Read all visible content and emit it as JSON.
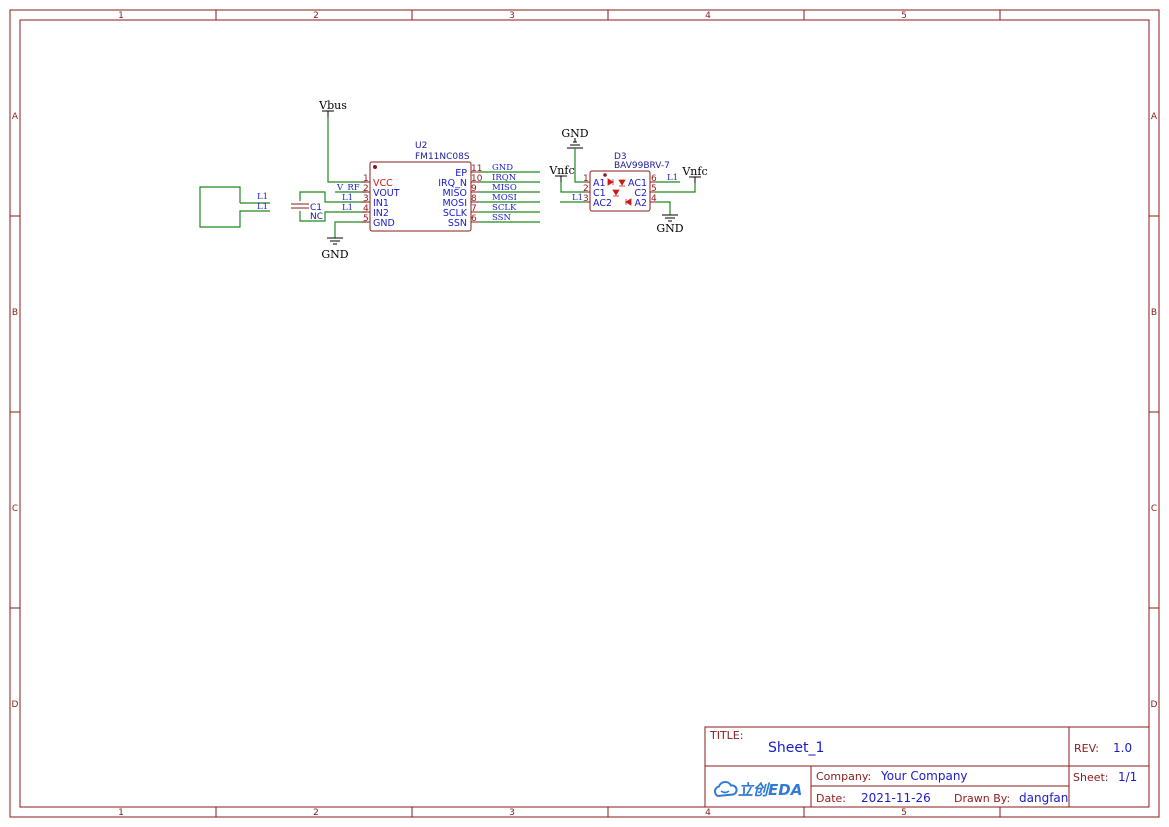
{
  "frame": {
    "columns": [
      "1",
      "2",
      "3",
      "4",
      "5"
    ],
    "rows": [
      "A",
      "B",
      "C",
      "D"
    ]
  },
  "u2": {
    "designator": "U2",
    "part": "FM11NC08S",
    "left_pins": [
      {
        "num": "1",
        "name": "VCC",
        "net": ""
      },
      {
        "num": "2",
        "name": "VOUT",
        "net": "V_RF"
      },
      {
        "num": "3",
        "name": "IN1",
        "net": "L1"
      },
      {
        "num": "4",
        "name": "IN2",
        "net": "L1"
      },
      {
        "num": "5",
        "name": "GND",
        "net": ""
      }
    ],
    "right_pins": [
      {
        "num": "11",
        "name": "EP",
        "net": "GND"
      },
      {
        "num": "10",
        "name": "IRQ_N",
        "net": "IRQN"
      },
      {
        "num": "9",
        "name": "MISO",
        "net": "MISO"
      },
      {
        "num": "8",
        "name": "MOSI",
        "net": "MOSI"
      },
      {
        "num": "7",
        "name": "SCLK",
        "net": "SCLK"
      },
      {
        "num": "6",
        "name": "SSN",
        "net": "SSN"
      }
    ]
  },
  "c1": {
    "designator": "C1",
    "value": "NC"
  },
  "antenna": {
    "net_top": "L1",
    "net_bottom": "L1"
  },
  "d3": {
    "designator": "D3",
    "part": "BAV99BRV-7",
    "left_pins": [
      {
        "num": "1",
        "name": "A1"
      },
      {
        "num": "2",
        "name": "C1"
      },
      {
        "num": "3",
        "name": "AC2",
        "net": "L1"
      }
    ],
    "right_pins": [
      {
        "num": "6",
        "name": "AC1",
        "net": "L1"
      },
      {
        "num": "5",
        "name": "C2"
      },
      {
        "num": "4",
        "name": "A2"
      }
    ]
  },
  "power": {
    "vbus": "Vbus",
    "gnd_u2": "GND",
    "gnd_d3_top": "GND",
    "gnd_d3_right": "GND",
    "vnfc_left": "Vnfc",
    "vnfc_right": "Vnfc"
  },
  "title_block": {
    "title_label": "TITLE:",
    "title": "Sheet_1",
    "rev_label": "REV:",
    "rev": "1.0",
    "company_label": "Company:",
    "company": "Your Company",
    "sheet_label": "Sheet:",
    "sheet": "1/1",
    "date_label": "Date:",
    "date": "2021-11-26",
    "drawn_label": "Drawn By:",
    "drawn_by": "dangfan",
    "logo": "立创EDA"
  },
  "colors": {
    "frame": "#8b1a1a",
    "wire": "#1e8a1e",
    "net_label": "#1a1acc",
    "logo": "#2f7bd6"
  }
}
